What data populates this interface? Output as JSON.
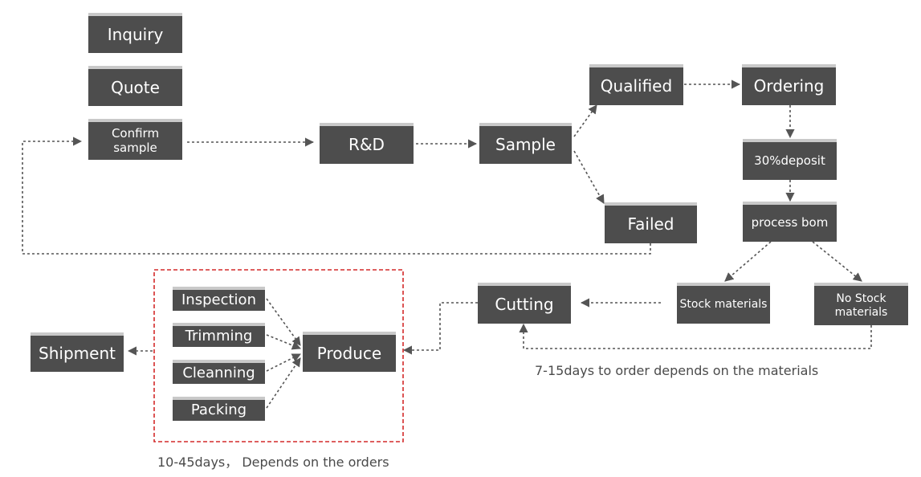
{
  "steps": {
    "inquiry": "Inquiry",
    "quote": "Quote",
    "confirm_sample": "Confirm sample",
    "rnd": "R&D",
    "sample": "Sample",
    "qualified": "Qualified",
    "failed": "Failed",
    "ordering": "Ordering",
    "deposit": "30%deposit",
    "process_bom": "process bom",
    "stock_materials": "Stock materials",
    "no_stock_materials": "No Stock materials",
    "cutting": "Cutting",
    "produce": "Produce",
    "inspection": "Inspection",
    "trimming": "Trimming",
    "cleanning": "Cleanning",
    "packing": "Packing",
    "shipment": "Shipment"
  },
  "captions": {
    "materials_lead_time": "7-15days to order depends on the  materials",
    "production_lead_time": "10-45days，  Depends on the orders"
  },
  "colors": {
    "box_fill": "#4d4d4d",
    "box_top_border": "#c9c9c9",
    "box_text": "#ffffff",
    "arrow": "#555555",
    "production_frame": "#d32a2a",
    "caption_text": "#4a4a4a"
  }
}
